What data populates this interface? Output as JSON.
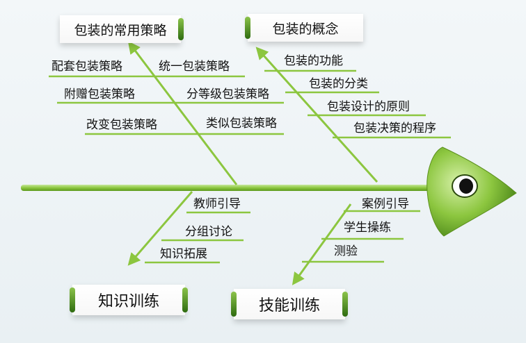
{
  "topics": {
    "strategies": "包装的常用策略",
    "concept": "包装的概念",
    "knowledge": "知识训练",
    "skills": "技能训练"
  },
  "strategies_items": [
    "配套包装策略",
    "统一包装策略",
    "附赠包装策略",
    "分等级包装策略",
    "改变包装策略",
    "类似包装策略"
  ],
  "concept_items": [
    "包装的功能",
    "包装的分类",
    "包装设计的原则",
    "包装决策的程序"
  ],
  "knowledge_items": [
    "教师引导",
    "分组讨论",
    "知识拓展"
  ],
  "skills_items": [
    "案例引导",
    "学生操练",
    "测验"
  ],
  "colors": {
    "bone": "#8cc63f",
    "bone_light": "#b5dc7e",
    "head": "#7cbd2e",
    "shadow": "#a9b7bd"
  }
}
